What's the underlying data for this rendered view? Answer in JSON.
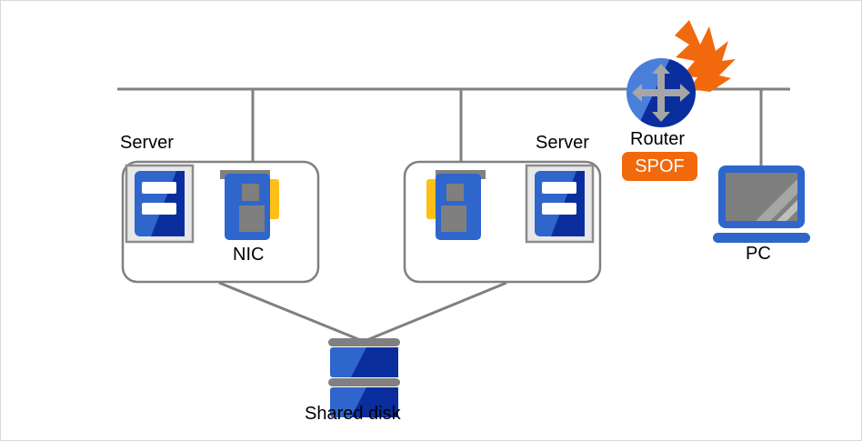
{
  "diagram": {
    "title": "Cluster network topology with single point of failure",
    "background": "#ffffff",
    "frame_border_color": "#d9d9d9",
    "link_color": "#808080",
    "colors": {
      "blue_light": "#4A7EDB",
      "blue_mid": "#2F66CC",
      "navy": "#0B2E9E",
      "gray": "#808080",
      "gray_light": "#d9d9d9",
      "chip_gray": "#7f7f7f",
      "amber": "#FFBF17",
      "orange": "#F2690D",
      "white": "#ffffff",
      "black": "#000000"
    }
  },
  "labels": {
    "server_left": "Server",
    "server_right": "Server",
    "nic": "NIC",
    "router": "Router",
    "pc": "PC",
    "shared_disk": "Shared disk",
    "spof": "SPOF"
  },
  "nodes": {
    "router": {
      "name": "Router",
      "badge": "SPOF",
      "badge_color": "#F2690D",
      "fault_indicator": "lightning-burst",
      "arrow_count": 4
    },
    "pc": {
      "name": "PC"
    },
    "shared_disk": {
      "name": "Shared disk",
      "platters": 2
    },
    "server_left": {
      "name": "Server",
      "nic_label": "NIC",
      "nic_count": 1
    },
    "server_right": {
      "name": "Server",
      "nic_count": 1
    }
  },
  "connections": [
    {
      "from": "network-bus",
      "to": "server-left-nic"
    },
    {
      "from": "network-bus",
      "to": "server-right-nic"
    },
    {
      "from": "network-bus",
      "to": "router"
    },
    {
      "from": "network-bus",
      "to": "pc"
    },
    {
      "from": "server-left",
      "to": "shared-disk"
    },
    {
      "from": "server-right",
      "to": "shared-disk"
    }
  ]
}
